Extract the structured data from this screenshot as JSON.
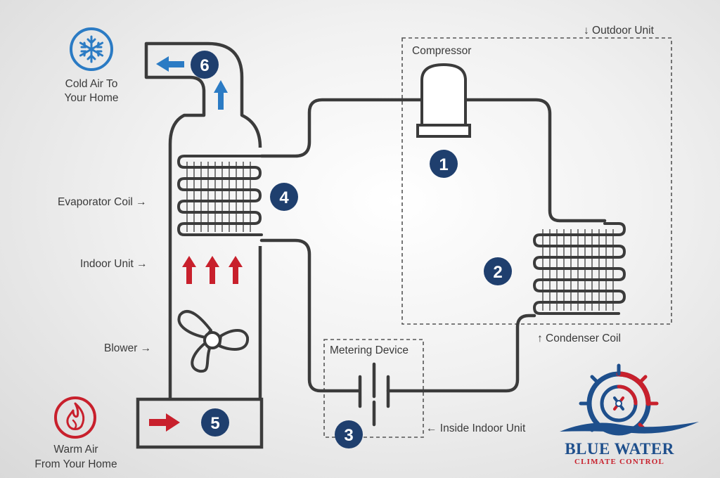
{
  "labels": {
    "outdoor_unit": "↓ Outdoor Unit",
    "compressor": "Compressor",
    "cold_air_line1": "Cold Air To",
    "cold_air_line2": "Your Home",
    "evaporator_coil": "Evaporator Coil →",
    "indoor_unit": "Indoor Unit →",
    "blower": "Blower →",
    "warm_air_line1": "Warm Air",
    "warm_air_line2": "From Your Home",
    "metering_device": "Metering Device",
    "inside_indoor_unit": "← Inside Indoor Unit",
    "condenser_coil": "↑ Condenser Coil"
  },
  "steps": {
    "s1": "1",
    "s2": "2",
    "s3": "3",
    "s4": "4",
    "s5": "5",
    "s6": "6"
  },
  "logo": {
    "name": "BLUE WATER",
    "tagline": "CLIMATE CONTROL"
  },
  "colors": {
    "pipe": "#3b3b3b",
    "step_badge": "#1f3f6e",
    "cold_arrow": "#2b7bc4",
    "warm_arrow": "#c8202c",
    "logo_blue": "#1e4f8c",
    "logo_red": "#c8202c"
  }
}
